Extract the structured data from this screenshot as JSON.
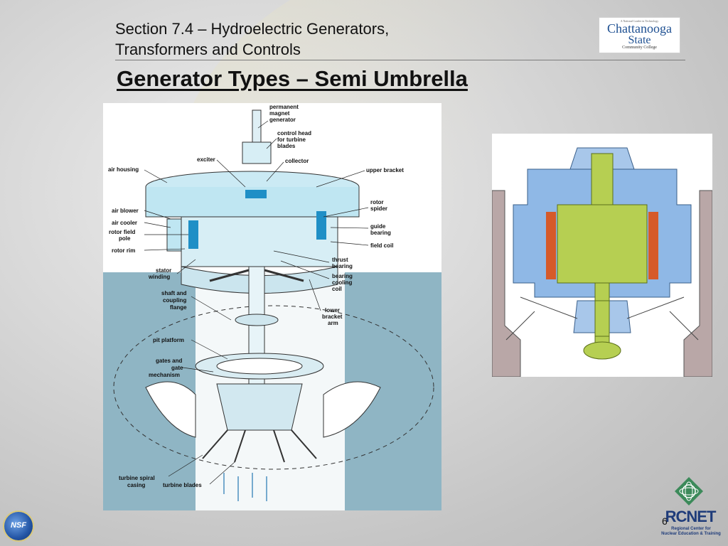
{
  "slide": {
    "section_header_line1": "Section 7.4 – Hydroelectric Generators,",
    "section_header_line2": "Transformers and Controls",
    "title": "Generator Types – Semi Umbrella",
    "slide_number": "6"
  },
  "logos": {
    "chattanooga": {
      "tagline": "A National Leader in Technology",
      "name_line1": "Chattanooga",
      "name_line2": "State",
      "subtitle": "Community College"
    },
    "nsf": {
      "text": "NSF"
    },
    "rcnet": {
      "word": "RCNET",
      "sub_line1": "Regional Center for",
      "sub_line2": "Nuclear Education & Training"
    }
  },
  "diagram": {
    "labels": {
      "permanent_magnet_generator": [
        "permanent",
        "magnet",
        "generator"
      ],
      "control_head": [
        "control head",
        "for turbine",
        "blades"
      ],
      "exciter": "exciter",
      "collector": "collector",
      "air_housing": "air housing",
      "upper_bracket": "upper bracket",
      "air_blower": "air blower",
      "air_cooler": "air cooler",
      "rotor_field_pole": [
        "rotor field",
        "pole"
      ],
      "rotor_rim": "rotor rim",
      "rotor_spider": [
        "rotor",
        "spider"
      ],
      "guide_bearing": [
        "guide",
        "bearing"
      ],
      "field_coil": "field coil",
      "thrust_bearing": [
        "thrust",
        "bearing"
      ],
      "bearing_cooling_coil": [
        "bearing",
        "cooling",
        "coil"
      ],
      "stator_winding": [
        "stator",
        "winding"
      ],
      "shaft_and_coupling_flange": [
        "shaft and",
        "coupling",
        "flange"
      ],
      "lower_bracket_arm": [
        "lower",
        "bracket",
        "arm"
      ],
      "pit_platform": "pit platform",
      "gates_and_gate_mechanism": [
        "gates and",
        "gate",
        "mechanism"
      ],
      "turbine_spiral_casing": [
        "turbine spiral",
        "casing"
      ],
      "turbine_blades": "turbine blades"
    }
  },
  "colors": {
    "water": "#8fb5c4",
    "equipment_blue": "#bfe6f2",
    "field_pole": "#1f8fc6",
    "rotor_green": "#b6cf52",
    "stator_blue": "#8fb8e6",
    "coil_orange": "#d65a2a"
  }
}
